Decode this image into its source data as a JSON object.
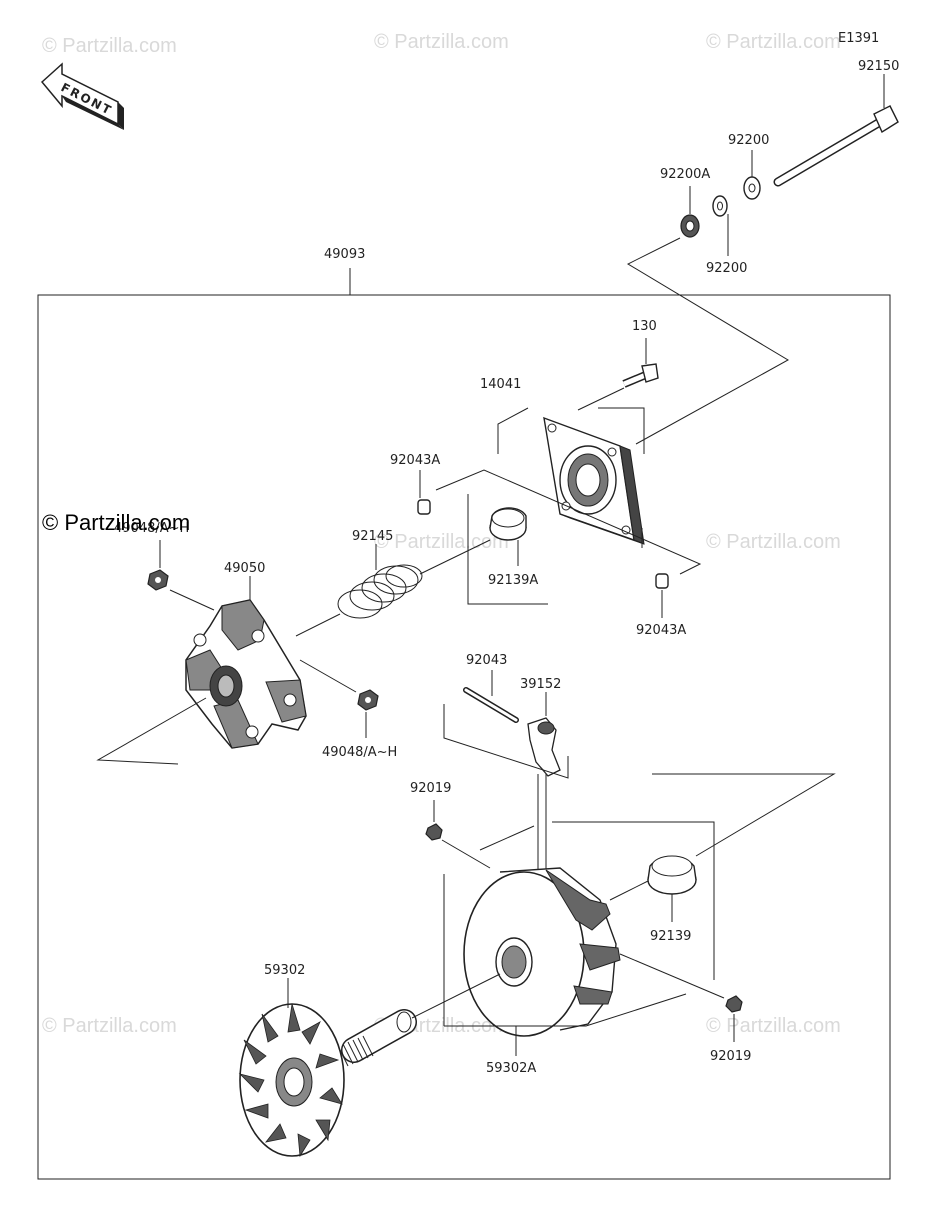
{
  "diagram": {
    "code": "E1391",
    "front_label": "FRONT",
    "watermark": "© Partzilla.com",
    "parts": {
      "p92150": "92150",
      "p92200_top": "92200",
      "p92200A": "92200A",
      "p92200_bot": "92200",
      "p49093": "49093",
      "p130": "130",
      "p14041": "14041",
      "p92043A_top": "92043A",
      "p92043A_bot": "92043A",
      "p92145": "92145",
      "p92139A": "92139A",
      "p49048_top": "49048/A~H",
      "p49048_bot": "49048/A~H",
      "p49050": "49050",
      "p92043": "92043",
      "p39152": "39152",
      "p92019_top": "92019",
      "p92019_bot": "92019",
      "p92139": "92139",
      "p59302": "59302",
      "p59302A": "59302A"
    }
  }
}
